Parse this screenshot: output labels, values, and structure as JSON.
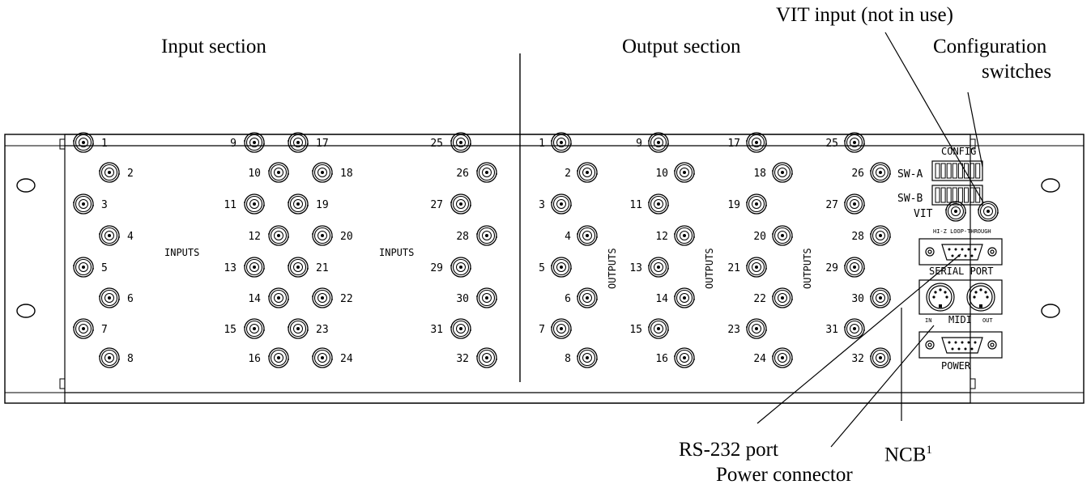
{
  "callouts": {
    "input_section": "Input section",
    "output_section": "Output section",
    "vit_input": "VIT input (not in use)",
    "config_switches_line1": "Configuration",
    "config_switches_line2": "switches",
    "rs232": "RS-232 port",
    "ncb": "NCB",
    "ncb_sup": "1",
    "power_connector": "Power connector"
  },
  "panel": {
    "inputs_label": "INPUTS",
    "outputs_label": "OUTPUTS",
    "config_label": "CONFIG",
    "sw_a": "SW-A",
    "sw_b": "SW-B",
    "vit_label": "VIT",
    "hiz_label": "HI-Z LOOP-THROUGH",
    "serial_label": "SERIAL PORT",
    "midi_label": "MIDI",
    "midi_in": "IN",
    "midi_out": "OUT",
    "power_label": "POWER"
  },
  "connectors": {
    "input_numbers": [
      "1",
      "2",
      "3",
      "4",
      "5",
      "6",
      "7",
      "8",
      "9",
      "10",
      "11",
      "12",
      "13",
      "14",
      "15",
      "16",
      "17",
      "18",
      "19",
      "20",
      "21",
      "22",
      "23",
      "24",
      "25",
      "26",
      "27",
      "28",
      "29",
      "30",
      "31",
      "32"
    ],
    "output_numbers": [
      "1",
      "2",
      "3",
      "4",
      "5",
      "6",
      "7",
      "8",
      "9",
      "10",
      "11",
      "12",
      "13",
      "14",
      "15",
      "16",
      "17",
      "18",
      "19",
      "20",
      "21",
      "22",
      "23",
      "24",
      "25",
      "26",
      "27",
      "28",
      "29",
      "30",
      "31",
      "32"
    ],
    "config_switch_count": 8
  },
  "colors": {
    "ink": "#000000",
    "background": "#ffffff"
  }
}
